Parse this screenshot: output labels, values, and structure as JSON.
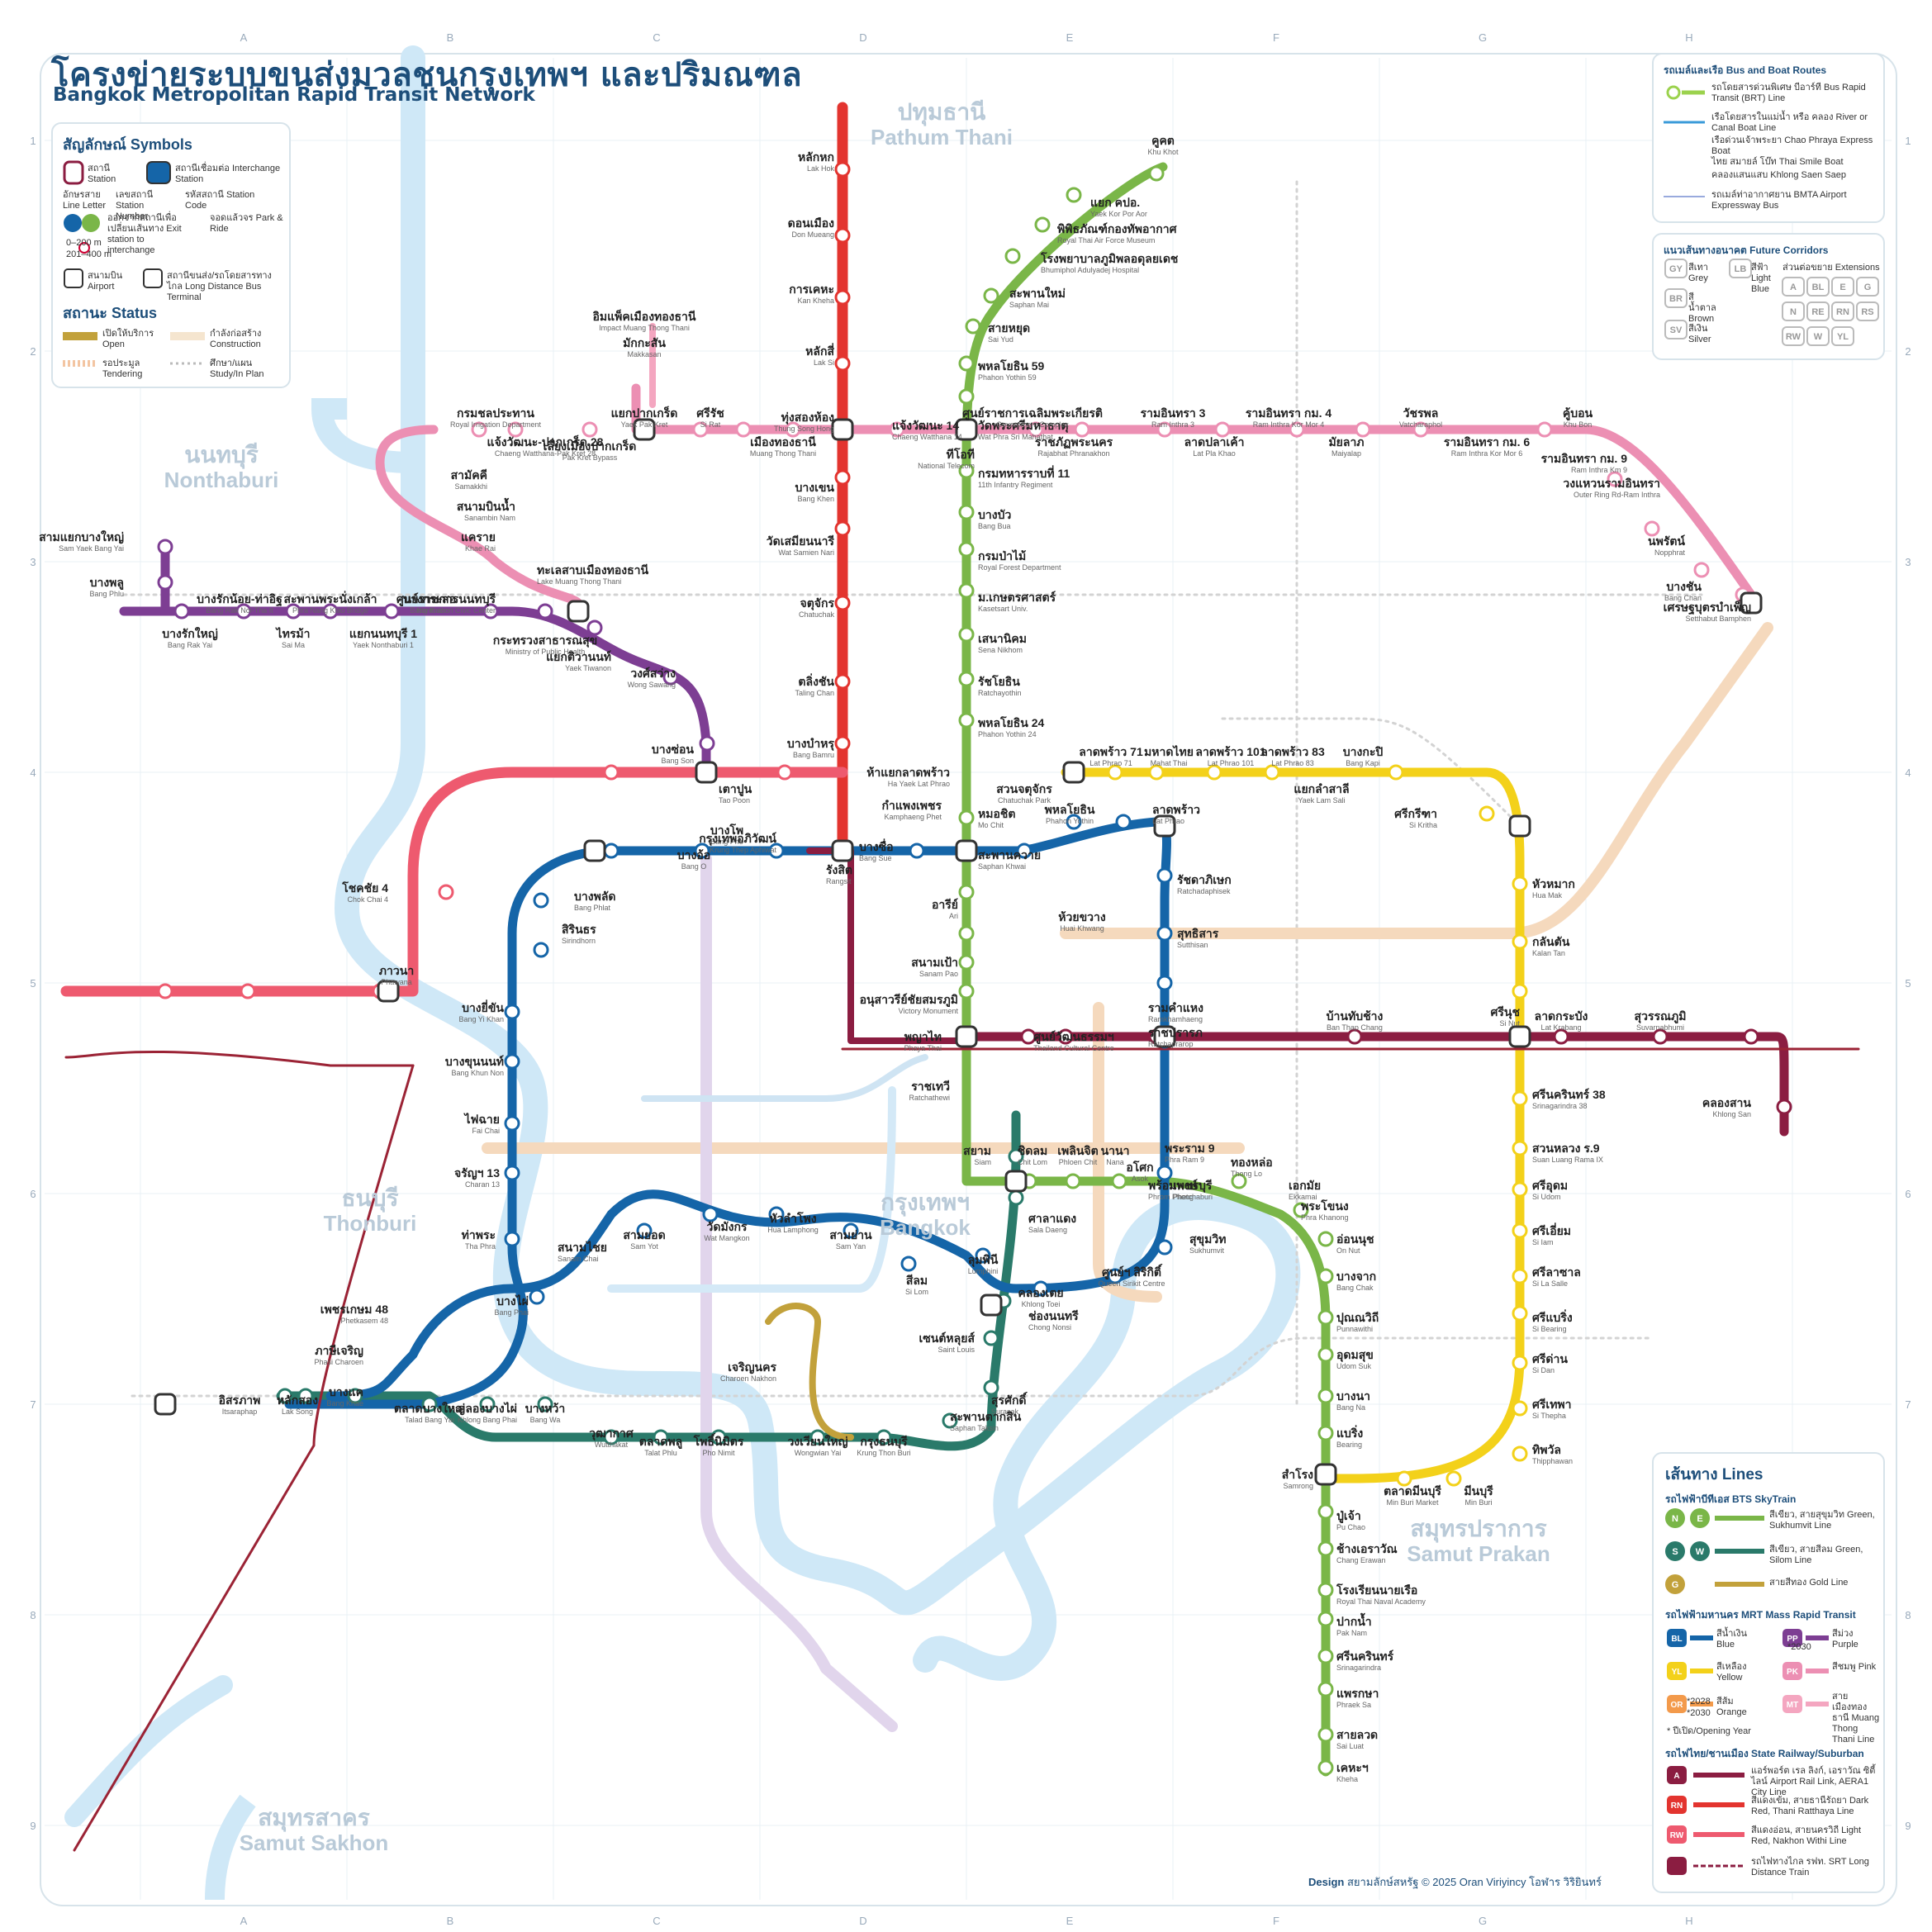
{
  "title": {
    "thai": "โครงข่ายระบบขนส่งมวลชนกรุงเทพฯ และปริมณฑล",
    "english": "Bangkok Metropolitan Rapid Transit Network"
  },
  "grid": {
    "columns": [
      "A",
      "B",
      "C",
      "D",
      "E",
      "F",
      "G",
      "H"
    ],
    "rows": [
      "1",
      "2",
      "3",
      "4",
      "5",
      "6",
      "7",
      "8",
      "9"
    ]
  },
  "regions": [
    {
      "thai": "ปทุมธานี",
      "english": "Pathum Thani"
    },
    {
      "thai": "นนทบุรี",
      "english": "Nonthaburi"
    },
    {
      "thai": "ธนบุรี",
      "english": "Thonburi"
    },
    {
      "thai": "กรุงเทพฯ",
      "english": "Bangkok"
    },
    {
      "thai": "สมุทรปราการ",
      "english": "Samut Prakan"
    },
    {
      "thai": "สมุทรสาคร",
      "english": "Samut Sakhon"
    }
  ],
  "symbols": {
    "heading": "สัญลักษณ์  Symbols",
    "station": "สถานี Station",
    "interchange": "สถานีเชื่อมต่อ Interchange Station",
    "line_letter": "อักษรสาย Line Letter",
    "station_number": "เลขสถานี Station Number",
    "station_code": "รหัสสถานี Station Code",
    "exit": "ออกจากสถานีเพื่อเปลี่ยนเส้นทาง Exit station to interchange",
    "exit_ranges": [
      "0–200 m",
      "201–400 m"
    ],
    "park_ride": "จอดแล้วจร Park & Ride",
    "airport": "สนามบิน Airport",
    "bus_terminal": "สถานีขนส่ง/รถโดยสารทางไกล Long Distance Bus Terminal"
  },
  "status": {
    "heading": "สถานะ  Status",
    "items": [
      "เปิดให้บริการ Open",
      "กำลังก่อสร้าง Construction",
      "รอประมูล Tendering",
      "ศึกษา/แผน Study/In Plan"
    ]
  },
  "bus_boat": {
    "heading": "รถเมล์และเรือ Bus and Boat Routes",
    "items": [
      "รถโดยสารด่วนพิเศษ บีอาร์ที Bus Rapid Transit (BRT) Line",
      "เรือโดยสารในแม่น้ำ หรือ คลอง River or Canal Boat Line",
      "เรือด่วนเจ้าพระยา Chao Phraya Express Boat",
      "ไทย สมายล์ โบ๊ท Thai Smile Boat",
      "คลองแสนแสบ Khlong Saen Saep",
      "รถเมล์ท่าอากาศยาน BMTA Airport Expressway Bus"
    ]
  },
  "future": {
    "heading": "แนวเส้นทางอนาคต Future Corridors",
    "items": [
      "สีเทา Grey",
      "สีน้ำตาล Brown",
      "สีเงิน Silver",
      "สีฟ้า Light Blue",
      "ส่วนต่อขยาย Extensions"
    ],
    "codes": [
      "GY",
      "BR",
      "SV",
      "LB",
      "A",
      "BL",
      "E",
      "G",
      "N",
      "RE",
      "RN",
      "RS",
      "RW",
      "W",
      "YL"
    ]
  },
  "lines_legend": {
    "heading": "เส้นทาง  Lines",
    "bts_heading": "รถไฟฟ้าบีทีเอส BTS SkyTrain",
    "mrt_heading": "รถไฟฟ้ามหานคร MRT Mass Rapid Transit",
    "srt_heading": "รถไฟไทย/ชานเมือง State Railway/Suburban",
    "bts": [
      {
        "code": "N E",
        "text": "สีเขียว, สายสุขุมวิท Green, Sukhumvit Line",
        "color": "#7ab648"
      },
      {
        "code": "S W",
        "text": "สีเขียว, สายสีลม Green, Silom Line",
        "color": "#2a7a6a"
      },
      {
        "code": "G",
        "text": "สายสีทอง Gold Line",
        "color": "#c2a13b"
      }
    ],
    "mrt": [
      {
        "code": "BL",
        "text": "สีน้ำเงิน Blue",
        "color": "#1565a8"
      },
      {
        "code": "PP",
        "text": "สีม่วง Purple",
        "color": "#7d3e93"
      },
      {
        "code": "YL",
        "text": "สีเหลือง Yellow",
        "color": "#f3d11a"
      },
      {
        "code": "PK",
        "text": "สีชมพู Pink",
        "color": "#ec8fb3"
      },
      {
        "code": "OR",
        "text": "สีส้ม Orange",
        "color": "#f39a4b"
      },
      {
        "code": "MT",
        "text": "สายเมืองทองธานี Muang Thong Thani Line",
        "color": "#f4a6c0"
      }
    ],
    "mrt_note": "* ปีเปิด/Opening Year",
    "orange_years": [
      "*2028",
      "*2030"
    ],
    "purple_year": "*2030",
    "srt": [
      {
        "code": "A",
        "text": "แอร์พอร์ต เรล ลิงก์, เอราวัณ ซิตี้ไลน์ Airport Rail Link, AERA1 City Line",
        "color": "#8b1d41"
      },
      {
        "code": "RN",
        "text": "สีแดงเข้ม, สายธานีรัถยา Dark Red, Thani Ratthaya Line",
        "color": "#e3342f"
      },
      {
        "code": "RW",
        "text": "สีแดงอ่อน, สายนครวิถี Light Red, Nakhon Withi Line",
        "color": "#ee5a6f"
      },
      {
        "code": "",
        "text": "รถไฟทางไกล รฟท. SRT Long Distance Train",
        "color": "#8b1d41"
      }
    ]
  },
  "credit": {
    "label": "Design",
    "text": "สยามลักษ์สหรัฐ © 2025 Oran Viriyincy โอฬาร วิริยินทร์"
  },
  "lines": [
    {
      "code": "N",
      "name": "Sukhumvit Line North",
      "color": "#7ab648"
    },
    {
      "code": "E",
      "name": "Sukhumvit Line East",
      "color": "#7ab648"
    },
    {
      "code": "S",
      "name": "Silom Line",
      "color": "#2a7a6a"
    },
    {
      "code": "BL",
      "name": "Blue Line",
      "color": "#1565a8"
    },
    {
      "code": "PP",
      "name": "Purple Line",
      "color": "#7d3e93"
    },
    {
      "code": "PK",
      "name": "Pink Line",
      "color": "#ec8fb3"
    },
    {
      "code": "YL",
      "name": "Yellow Line",
      "color": "#f3d11a"
    },
    {
      "code": "RN",
      "name": "Dark Red Line",
      "color": "#e3342f"
    },
    {
      "code": "RW",
      "name": "Light Red Line",
      "color": "#ee5a6f"
    },
    {
      "code": "A",
      "name": "Airport Rail Link",
      "color": "#8b1d41"
    },
    {
      "code": "G",
      "name": "Gold Line",
      "color": "#c2a13b"
    }
  ],
  "station_labels": [
    {
      "th": "คูคต",
      "en": "Khu Khot"
    },
    {
      "th": "แยก คปอ.",
      "en": "Yaek Kor Por Aor"
    },
    {
      "th": "พิพิธภัณฑ์กองทัพอากาศ",
      "en": "Royal Thai Air Force Museum"
    },
    {
      "th": "โรงพยาบาลภูมิพลอดุลยเดช",
      "en": "Bhumiphol Adulyadej Hospital"
    },
    {
      "th": "สะพานใหม่",
      "en": "Saphan Mai"
    },
    {
      "th": "สายหยุด",
      "en": "Sai Yud"
    },
    {
      "th": "พหลโยธิน 59",
      "en": "Phahon Yothin 59"
    },
    {
      "th": "วัดพระศรีมหาธาตุ",
      "en": "Wat Phra Sri Mahathat"
    },
    {
      "th": "กรมทหารราบที่ 11",
      "en": "11th Infantry Regiment"
    },
    {
      "th": "บางบัว",
      "en": "Bang Bua"
    },
    {
      "th": "กรมป่าไม้",
      "en": "Royal Forest Department"
    },
    {
      "th": "ม.เกษตรศาสตร์",
      "en": "Kasetsart Univ."
    },
    {
      "th": "เสนานิคม",
      "en": "Sena Nikhom"
    },
    {
      "th": "รัชโยธิน",
      "en": "Ratchayothin"
    },
    {
      "th": "พหลโยธิน 24",
      "en": "Phahon Yothin 24"
    },
    {
      "th": "ห้าแยกลาดพร้าว",
      "en": "Ha Yaek Lat Phrao"
    },
    {
      "th": "หมอชิต",
      "en": "Mo Chit"
    },
    {
      "th": "สะพานควาย",
      "en": "Saphan Khwai"
    },
    {
      "th": "อารีย์",
      "en": "Ari"
    },
    {
      "th": "สนามเป้า",
      "en": "Sanam Pao"
    },
    {
      "th": "อนุสาวรีย์ชัยสมรภูมิ",
      "en": "Victory Monument"
    },
    {
      "th": "พญาไท",
      "en": "Phaya Thai"
    },
    {
      "th": "ราชเทวี",
      "en": "Ratchathewi"
    },
    {
      "th": "สยาม",
      "en": "Siam"
    },
    {
      "th": "ชิดลม",
      "en": "Chit Lom"
    },
    {
      "th": "เพลินจิต",
      "en": "Phloen Chit"
    },
    {
      "th": "นานา",
      "en": "Nana"
    },
    {
      "th": "อโศก",
      "en": "Asok"
    },
    {
      "th": "พร้อมพงษ์",
      "en": "Phrom Phong"
    },
    {
      "th": "ทองหล่อ",
      "en": "Thong Lo"
    },
    {
      "th": "เอกมัย",
      "en": "Ekkamai"
    },
    {
      "th": "พระโขนง",
      "en": "Phra Khanong"
    },
    {
      "th": "อ่อนนุช",
      "en": "On Nut"
    },
    {
      "th": "บางจาก",
      "en": "Bang Chak"
    },
    {
      "th": "ปุณณวิถี",
      "en": "Punnawithi"
    },
    {
      "th": "อุดมสุข",
      "en": "Udom Suk"
    },
    {
      "th": "บางนา",
      "en": "Bang Na"
    },
    {
      "th": "แบริ่ง",
      "en": "Bearing"
    },
    {
      "th": "สำโรง",
      "en": "Samrong"
    },
    {
      "th": "ปู่เจ้า",
      "en": "Pu Chao"
    },
    {
      "th": "ช้างเอราวัณ",
      "en": "Chang Erawan"
    },
    {
      "th": "โรงเรียนนายเรือ",
      "en": "Royal Thai Naval Academy"
    },
    {
      "th": "ปากน้ำ",
      "en": "Pak Nam"
    },
    {
      "th": "ศรีนครินทร์",
      "en": "Srinagarindra"
    },
    {
      "th": "แพรกษา",
      "en": "Phraek Sa"
    },
    {
      "th": "สายลวด",
      "en": "Sai Luat"
    },
    {
      "th": "เคหะฯ",
      "en": "Kheha"
    },
    {
      "th": "ศาลาแดง",
      "en": "Sala Daeng"
    },
    {
      "th": "ช่องนนทรี",
      "en": "Chong Nonsi"
    },
    {
      "th": "เซนต์หลุยส์",
      "en": "Saint Louis"
    },
    {
      "th": "สุรศักดิ์",
      "en": "Surasak"
    },
    {
      "th": "สะพานตากสิน",
      "en": "Saphan Taksin"
    },
    {
      "th": "กรุงธนบุรี",
      "en": "Krung Thon Buri"
    },
    {
      "th": "วงเวียนใหญ่",
      "en": "Wongwian Yai"
    },
    {
      "th": "โพธิ์นิมิตร",
      "en": "Pho Nimit"
    },
    {
      "th": "ตลาดพลู",
      "en": "Talat Phlu"
    },
    {
      "th": "วุฒากาศ",
      "en": "Wutthakat"
    },
    {
      "th": "บางหว้า",
      "en": "Bang Wa"
    },
    {
      "th": "คลองบางไผ่",
      "en": "Khlong Bang Phai"
    },
    {
      "th": "ตลาดบางใหญ่",
      "en": "Talad Bang Yai"
    },
    {
      "th": "สามแยกบางใหญ่",
      "en": "Sam Yaek Bang Yai"
    },
    {
      "th": "บางพลู",
      "en": "Bang Phlu"
    },
    {
      "th": "บางรักใหญ่",
      "en": "Bang Rak Yai"
    },
    {
      "th": "บางรักน้อย-ท่าอิฐ",
      "en": "Bang Rak Noi-Tha It"
    },
    {
      "th": "ไทรม้า",
      "en": "Sai Ma"
    },
    {
      "th": "สะพานพระนั่งเกล้า",
      "en": "Phra Nang Klao Bridge"
    },
    {
      "th": "แยกนนทบุรี 1",
      "en": "Yaek Nonthaburi 1"
    },
    {
      "th": "บางกระสอ",
      "en": "Bang Kraso"
    },
    {
      "th": "ศูนย์ราชการนนทบุรี",
      "en": "Nonthaburi Civic Center"
    },
    {
      "th": "กระทรวงสาธารณสุข",
      "en": "Ministry of Public Health"
    },
    {
      "th": "แยกติวานนท์",
      "en": "Yaek Tiwanon"
    },
    {
      "th": "วงศ์สว่าง",
      "en": "Wong Sawang"
    },
    {
      "th": "บางซ่อน",
      "en": "Bang Son"
    },
    {
      "th": "เตาปูน",
      "en": "Tao Poon"
    },
    {
      "th": "บางโพ",
      "en": "Bang Pho"
    },
    {
      "th": "บางอ้อ",
      "en": "Bang O"
    },
    {
      "th": "บางพลัด",
      "en": "Bang Phlat"
    },
    {
      "th": "สิรินธร",
      "en": "Sirindhorn"
    },
    {
      "th": "บางยี่ขัน",
      "en": "Bang Yi Khan"
    },
    {
      "th": "บางขุนนนท์",
      "en": "Bang Khun Non"
    },
    {
      "th": "ไฟฉาย",
      "en": "Fai Chai"
    },
    {
      "th": "จรัญฯ 13",
      "en": "Charan 13"
    },
    {
      "th": "ท่าพระ",
      "en": "Tha Phra"
    },
    {
      "th": "บางไผ่",
      "en": "Bang Phai"
    },
    {
      "th": "เพชรเกษม 48",
      "en": "Phetkasem 48"
    },
    {
      "th": "ภาษีเจริญ",
      "en": "Phasi Charoen"
    },
    {
      "th": "บางแค",
      "en": "Bang Khae"
    },
    {
      "th": "หลักสอง",
      "en": "Lak Song"
    },
    {
      "th": "อิสรภาพ",
      "en": "Itsaraphap"
    },
    {
      "th": "สนามไชย",
      "en": "Sanam Chai"
    },
    {
      "th": "สามยอด",
      "en": "Sam Yot"
    },
    {
      "th": "วัดมังกร",
      "en": "Wat Mangkon"
    },
    {
      "th": "หัวลำโพง",
      "en": "Hua Lamphong"
    },
    {
      "th": "สามย่าน",
      "en": "Sam Yan"
    },
    {
      "th": "สีลม",
      "en": "Si Lom"
    },
    {
      "th": "ลุมพินี",
      "en": "Lumphini"
    },
    {
      "th": "คลองเตย",
      "en": "Khlong Toei"
    },
    {
      "th": "ศูนย์ฯ สิริกิติ์",
      "en": "Queen Sirikit Centre"
    },
    {
      "th": "สุขุมวิท",
      "en": "Sukhumvit"
    },
    {
      "th": "เพชรบุรี",
      "en": "Phetchaburi"
    },
    {
      "th": "พระราม 9",
      "en": "Phra Ram 9"
    },
    {
      "th": "ศูนย์วัฒนธรรมฯ",
      "en": "Thailand Cultural Centre"
    },
    {
      "th": "ห้วยขวาง",
      "en": "Huai Khwang"
    },
    {
      "th": "สุทธิสาร",
      "en": "Sutthisan"
    },
    {
      "th": "รัชดาภิเษก",
      "en": "Ratchadaphisek"
    },
    {
      "th": "ลาดพร้าว",
      "en": "Lat Phrao"
    },
    {
      "th": "พหลโยธิน",
      "en": "Phahon Yothin"
    },
    {
      "th": "สวนจตุจักร",
      "en": "Chatuchak Park"
    },
    {
      "th": "กำแพงเพชร",
      "en": "Kamphaeng Phet"
    },
    {
      "th": "บางซื่อ",
      "en": "Bang Sue"
    },
    {
      "th": "กรุงเทพอภิวัฒน์",
      "en": "Krung Thep Aphiwat"
    },
    {
      "th": "รังสิต",
      "en": "Rangsit"
    },
    {
      "th": "หลักหก",
      "en": "Lak Hok"
    },
    {
      "th": "ดอนเมือง",
      "en": "Don Mueang"
    },
    {
      "th": "การเคหะ",
      "en": "Kan Kheha"
    },
    {
      "th": "หลักสี่",
      "en": "Lak Si"
    },
    {
      "th": "ทุ่งสองห้อง",
      "en": "Thung Song Hong"
    },
    {
      "th": "บางเขน",
      "en": "Bang Khen"
    },
    {
      "th": "วัดเสมียนนารี",
      "en": "Wat Samien Nari"
    },
    {
      "th": "จตุจักร",
      "en": "Chatuchak"
    },
    {
      "th": "ตลิ่งชัน",
      "en": "Taling Chan"
    },
    {
      "th": "บางบำหรุ",
      "en": "Bang Bamru"
    },
    {
      "th": "ภาวนา",
      "en": "Phawana"
    },
    {
      "th": "โชคชัย 4",
      "en": "Chok Chai 4"
    },
    {
      "th": "ลาดพร้าว 71",
      "en": "Lat Phrao 71"
    },
    {
      "th": "มหาดไทย",
      "en": "Mahat Thai"
    },
    {
      "th": "ลาดพร้าว 101",
      "en": "Lat Phrao 101"
    },
    {
      "th": "ลาดพร้าว 83",
      "en": "Lat Phrao 83"
    },
    {
      "th": "บางกะปิ",
      "en": "Bang Kapi"
    },
    {
      "th": "แยกลำสาลี",
      "en": "Yaek Lam Sali"
    },
    {
      "th": "ศรีกรีฑา",
      "en": "Si Kritha"
    },
    {
      "th": "หัวหมาก",
      "en": "Hua Mak"
    },
    {
      "th": "กลันตัน",
      "en": "Kalan Tan"
    },
    {
      "th": "ศรีนุช",
      "en": "Si Nut"
    },
    {
      "th": "ศรีนครินทร์ 38",
      "en": "Srinagarindra 38"
    },
    {
      "th": "สวนหลวง ร.9",
      "en": "Suan Luang Rama IX"
    },
    {
      "th": "ศรีอุดม",
      "en": "Si Udom"
    },
    {
      "th": "ศรีเอี่ยม",
      "en": "Si Iam"
    },
    {
      "th": "ศรีลาซาล",
      "en": "Si La Salle"
    },
    {
      "th": "ศรีแบริ่ง",
      "en": "Si Bearing"
    },
    {
      "th": "ศรีด่าน",
      "en": "Si Dan"
    },
    {
      "th": "ศรีเทพา",
      "en": "Si Thepha"
    },
    {
      "th": "ทิพวัล",
      "en": "Thipphawan"
    },
    {
      "th": "มีนบุรี",
      "en": "Min Buri"
    },
    {
      "th": "ตลาดมีนบุรี",
      "en": "Min Buri Market"
    },
    {
      "th": "เศรษฐบุตรบำเพ็ญ",
      "en": "Setthabut Bamphen"
    },
    {
      "th": "บางชัน",
      "en": "Bang Chan"
    },
    {
      "th": "นพรัตน์",
      "en": "Nopphrat"
    },
    {
      "th": "วงแหวนรามอินทรา",
      "en": "Outer Ring Rd-Ram Inthra"
    },
    {
      "th": "รามอินทรา กม. 9",
      "en": "Ram Inthra Km 9"
    },
    {
      "th": "คู้บอน",
      "en": "Khu Bon"
    },
    {
      "th": "รามอินทรา กม. 6",
      "en": "Ram Inthra Kor Mor 6"
    },
    {
      "th": "วัชรพล",
      "en": "Vatcharaphol"
    },
    {
      "th": "มัยลาภ",
      "en": "Maiyalap"
    },
    {
      "th": "รามอินทรา กม. 4",
      "en": "Ram Inthra Kor Mor 4"
    },
    {
      "th": "ลาดปลาเค้า",
      "en": "Lat Pla Khao"
    },
    {
      "th": "รามอินทรา 3",
      "en": "Ram Inthra 3"
    },
    {
      "th": "ราชภัฏพระนคร",
      "en": "Rajabhat Phranakhon"
    },
    {
      "th": "ศูนย์ราชการเฉลิมพระเกียรติ",
      "en": "Government Complex"
    },
    {
      "th": "ทีโอที",
      "en": "National Telecom"
    },
    {
      "th": "แจ้งวัฒนะ 14",
      "en": "Chaeng Watthana 14"
    },
    {
      "th": "เมืองทองธานี",
      "en": "Muang Thong Thani"
    },
    {
      "th": "ศรีรัช",
      "en": "Si Rat"
    },
    {
      "th": "แยกปากเกร็ด",
      "en": "Yaek Pak Kret"
    },
    {
      "th": "เลี่ยงเมืองปากเกร็ด",
      "en": "Pak Kret Bypass"
    },
    {
      "th": "แจ้งวัฒนะ-ปากเกร็ด 28",
      "en": "Chaeng Watthana-Pak Kret 28"
    },
    {
      "th": "กรมชลประทาน",
      "en": "Royal Irrigation Department"
    },
    {
      "th": "สามัคคี",
      "en": "Samakkhi"
    },
    {
      "th": "สนามบินน้ำ",
      "en": "Sanambin Nam"
    },
    {
      "th": "แคราย",
      "en": "Khae Rai"
    },
    {
      "th": "ทะเลสาบเมืองทองธานี",
      "en": "Lake Muang Thong Thani"
    },
    {
      "th": "อิมแพ็คเมืองทองธานี",
      "en": "Impact Muang Thong Thani"
    },
    {
      "th": "มักกะสัน",
      "en": "Makkasan"
    },
    {
      "th": "ราชปรารภ",
      "en": "Ratchaprarop"
    },
    {
      "th": "รามคำแหง",
      "en": "Ramkhamhaeng"
    },
    {
      "th": "บ้านทับช้าง",
      "en": "Ban Thap Chang"
    },
    {
      "th": "ลาดกระบัง",
      "en": "Lat Krabang"
    },
    {
      "th": "สุวรรณภูมิ",
      "en": "Suvarnabhumi"
    },
    {
      "th": "คลองสาน",
      "en": "Khlong San"
    },
    {
      "th": "เจริญนคร",
      "en": "Charoen Nakhon"
    }
  ]
}
